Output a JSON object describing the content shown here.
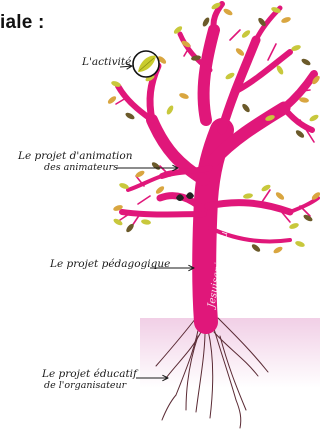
{
  "header": {
    "title": "iale :"
  },
  "labels": {
    "activite": "L'activité",
    "animation_line1": "Le projet d'animation",
    "animation_line2": "des animateurs",
    "pedagogique": "Le projet pédagogique",
    "educatif_line1": "Le projet éducatif",
    "educatif_line2": "de l'organisateur"
  },
  "watermark": "Jesuisanimateur.fr",
  "colors": {
    "trunk": "#e0177a",
    "ground": "#f3d6ea",
    "leaf_green": "#c8c83c",
    "leaf_gold": "#d9a640",
    "leaf_dark": "#6b5a2a",
    "roots": "#5a2a34",
    "arrow": "#1a1a1a"
  }
}
